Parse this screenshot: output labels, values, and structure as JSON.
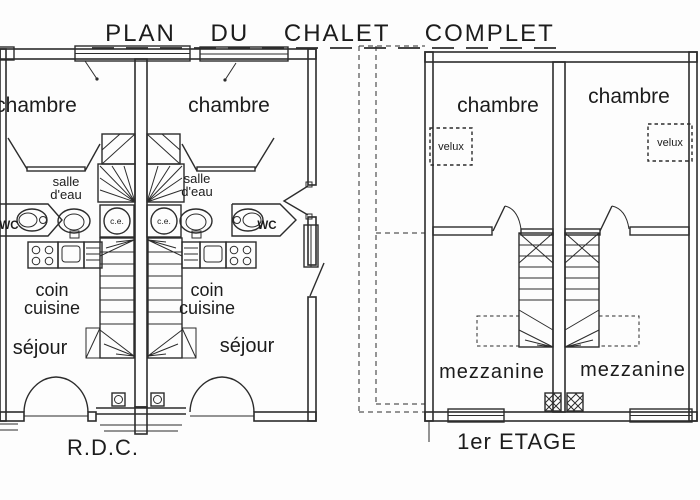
{
  "title": "PLAN DU CHALET COMPLET",
  "colors": {
    "ink": "#2c2c2c",
    "paper": "#fdfdfd"
  },
  "rdc": {
    "floor_label": "R.D.C.",
    "chambre": "chambre",
    "salle_eau_line1": "salle",
    "salle_eau_line2": "d'eau",
    "wc": "WC",
    "water_heater": "c.e.",
    "coin_cuisine_line1": "coin",
    "coin_cuisine_line2": "cuisine",
    "sejour": "séjour"
  },
  "etage": {
    "floor_label": "1er ETAGE",
    "chambre": "chambre",
    "velux": "velux",
    "mezzanine": "mezzanine"
  }
}
